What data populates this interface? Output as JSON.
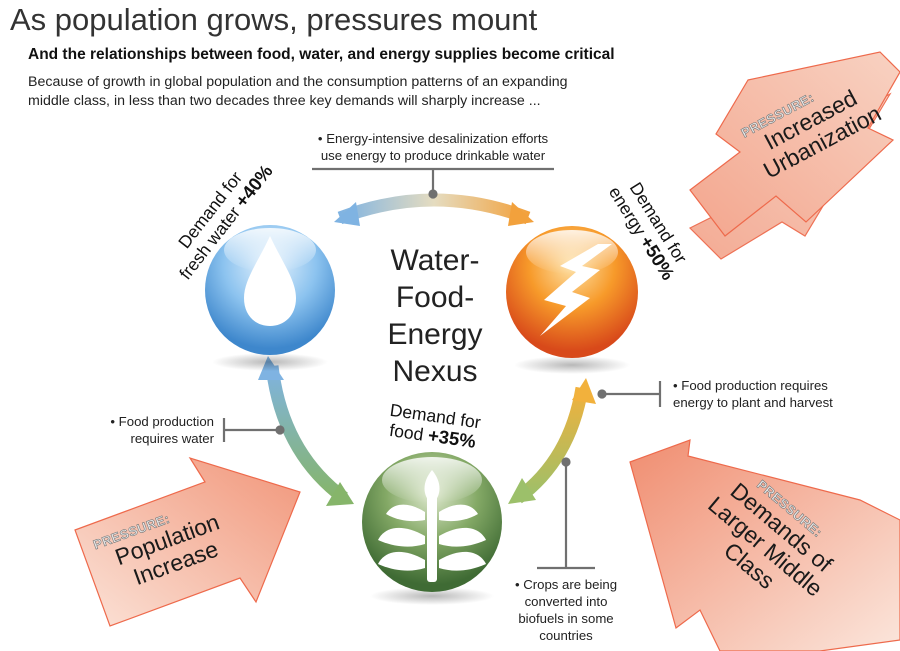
{
  "header": {
    "title": "As population grows, pressures mount",
    "subtitle": "And the relationships between food, water, and energy supplies become critical",
    "intro": "Because of growth in global population and the consumption patterns of an expanding middle class, in less than two decades three key demands will sharply increase ..."
  },
  "center_label": [
    "Water-",
    "Food-",
    "Energy",
    "Nexus"
  ],
  "demands": {
    "water": {
      "line1": "Demand for",
      "line2": "fresh water",
      "value": "+40%",
      "color": "#6aaee8"
    },
    "energy": {
      "line1": "Demand for",
      "line2": "energy",
      "value": "+50%",
      "color": "#f07f1c"
    },
    "food": {
      "line1": "Demand for",
      "line2": "food",
      "value": "+35%",
      "color": "#6f9a4e"
    }
  },
  "notes": {
    "desalination": [
      "• Energy-intensive desalinization efforts",
      "use energy to produce drinkable water"
    ],
    "food_water": [
      "• Food production",
      "requires water"
    ],
    "food_energy": [
      "• Food production requires",
      "energy to plant and harvest"
    ],
    "biofuels": [
      "• Crops are being",
      "converted into",
      "biofuels in some",
      "countries"
    ]
  },
  "pressures": {
    "tag": "PRESSURE:",
    "urbanization": [
      "Increased",
      "Urbanization"
    ],
    "population": [
      "Population",
      "Increase"
    ],
    "middle_class": [
      "Demands of",
      "Larger Middle",
      "Class"
    ]
  },
  "colors": {
    "arrow_fill": "#f6cbb8",
    "arrow_edge": "#e8573c",
    "connector": "#707070"
  }
}
